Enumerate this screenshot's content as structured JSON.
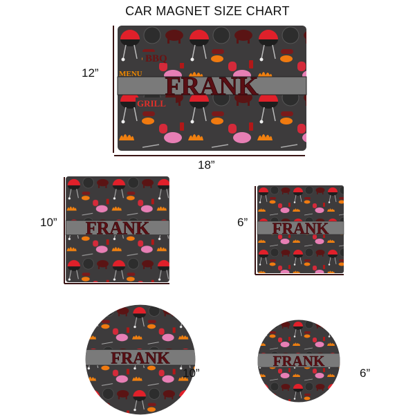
{
  "title": "CAR MAGNET SIZE CHART",
  "personalized_name": "FRANK",
  "pattern_words": {
    "bbq": "BBQ",
    "grill": "GRILL",
    "menu": "MENU"
  },
  "sizes": {
    "rect_large": {
      "height": "12”",
      "width": "18”"
    },
    "square_large": {
      "size": "10”"
    },
    "square_small": {
      "size": "6”"
    },
    "circle_large": {
      "size": "10”"
    },
    "circle_small": {
      "size": "6”"
    }
  },
  "colors": {
    "background": "#3d3b3c",
    "band": "#7a7a7a",
    "name": "#5a0f14",
    "accent_red": "#e0202a"
  }
}
